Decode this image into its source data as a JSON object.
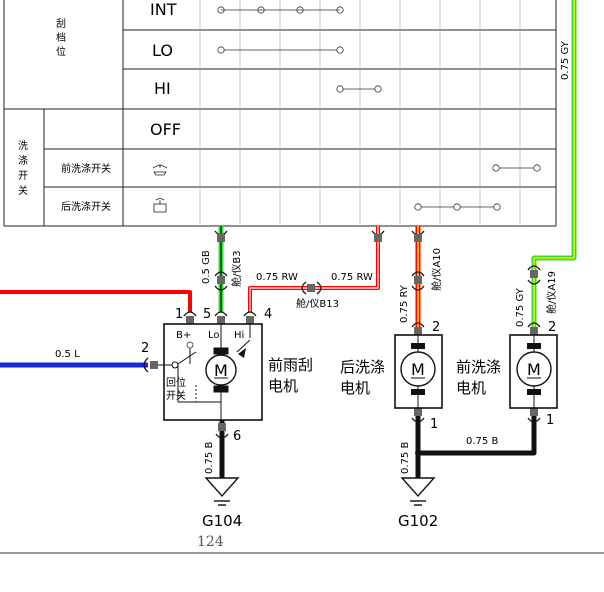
{
  "switch_table": {
    "wiper_group_label": [
      "刮",
      "档",
      "位"
    ],
    "wiper_rows": [
      "INT",
      "LO",
      "HI",
      "OFF"
    ],
    "washer_group_label": [
      "洗",
      "涤",
      "开",
      "关"
    ],
    "washer_rows": [
      "前洗涤开关",
      "后洗涤开关"
    ]
  },
  "connectors": {
    "b3": "舱/仪B3",
    "b13": "舱/仪B13",
    "a10": "舱/仪A10",
    "a19": "舱/仪A19"
  },
  "wires": {
    "gb_05": "0.5 GB",
    "rw_075_left": "0.75 RW",
    "rw_075_right": "0.75 RW",
    "ry_075": "0.75 RY",
    "gy_075_left": "0.75 GY",
    "gy_075_top": "0.75 GY",
    "l_05": "0.5 L",
    "b_075_wiper": "0.75 B",
    "b_075_rear": "0.75 B",
    "b_075_link": "0.75 B"
  },
  "pins": {
    "wiper_1": "1",
    "wiper_5": "5",
    "wiper_4": "4",
    "wiper_2": "2",
    "wiper_6": "6",
    "rear_2": "2",
    "rear_1": "1",
    "front_2": "2",
    "front_1": "1"
  },
  "wiper_motor": {
    "terminal_bplus": "B+",
    "terminal_lo": "Lo",
    "terminal_hi": "Hi",
    "motor_symbol": "M",
    "return_switch": [
      "回位",
      "开关"
    ],
    "name": [
      "前雨刮",
      "电机"
    ]
  },
  "rear_washer_motor": {
    "motor_symbol": "M",
    "name": [
      "后洗涤",
      "电机"
    ]
  },
  "front_washer_motor": {
    "motor_symbol": "M",
    "name": [
      "前洗涤",
      "电机"
    ]
  },
  "grounds": {
    "g104": "G104",
    "g102": "G102"
  },
  "page_number": "124",
  "colors": {
    "red": "#ff0000",
    "green": "#33dd33",
    "yellow": "#f2e600",
    "blue": "#1d28d8",
    "black": "#111111",
    "connector_gray": "#666666"
  }
}
